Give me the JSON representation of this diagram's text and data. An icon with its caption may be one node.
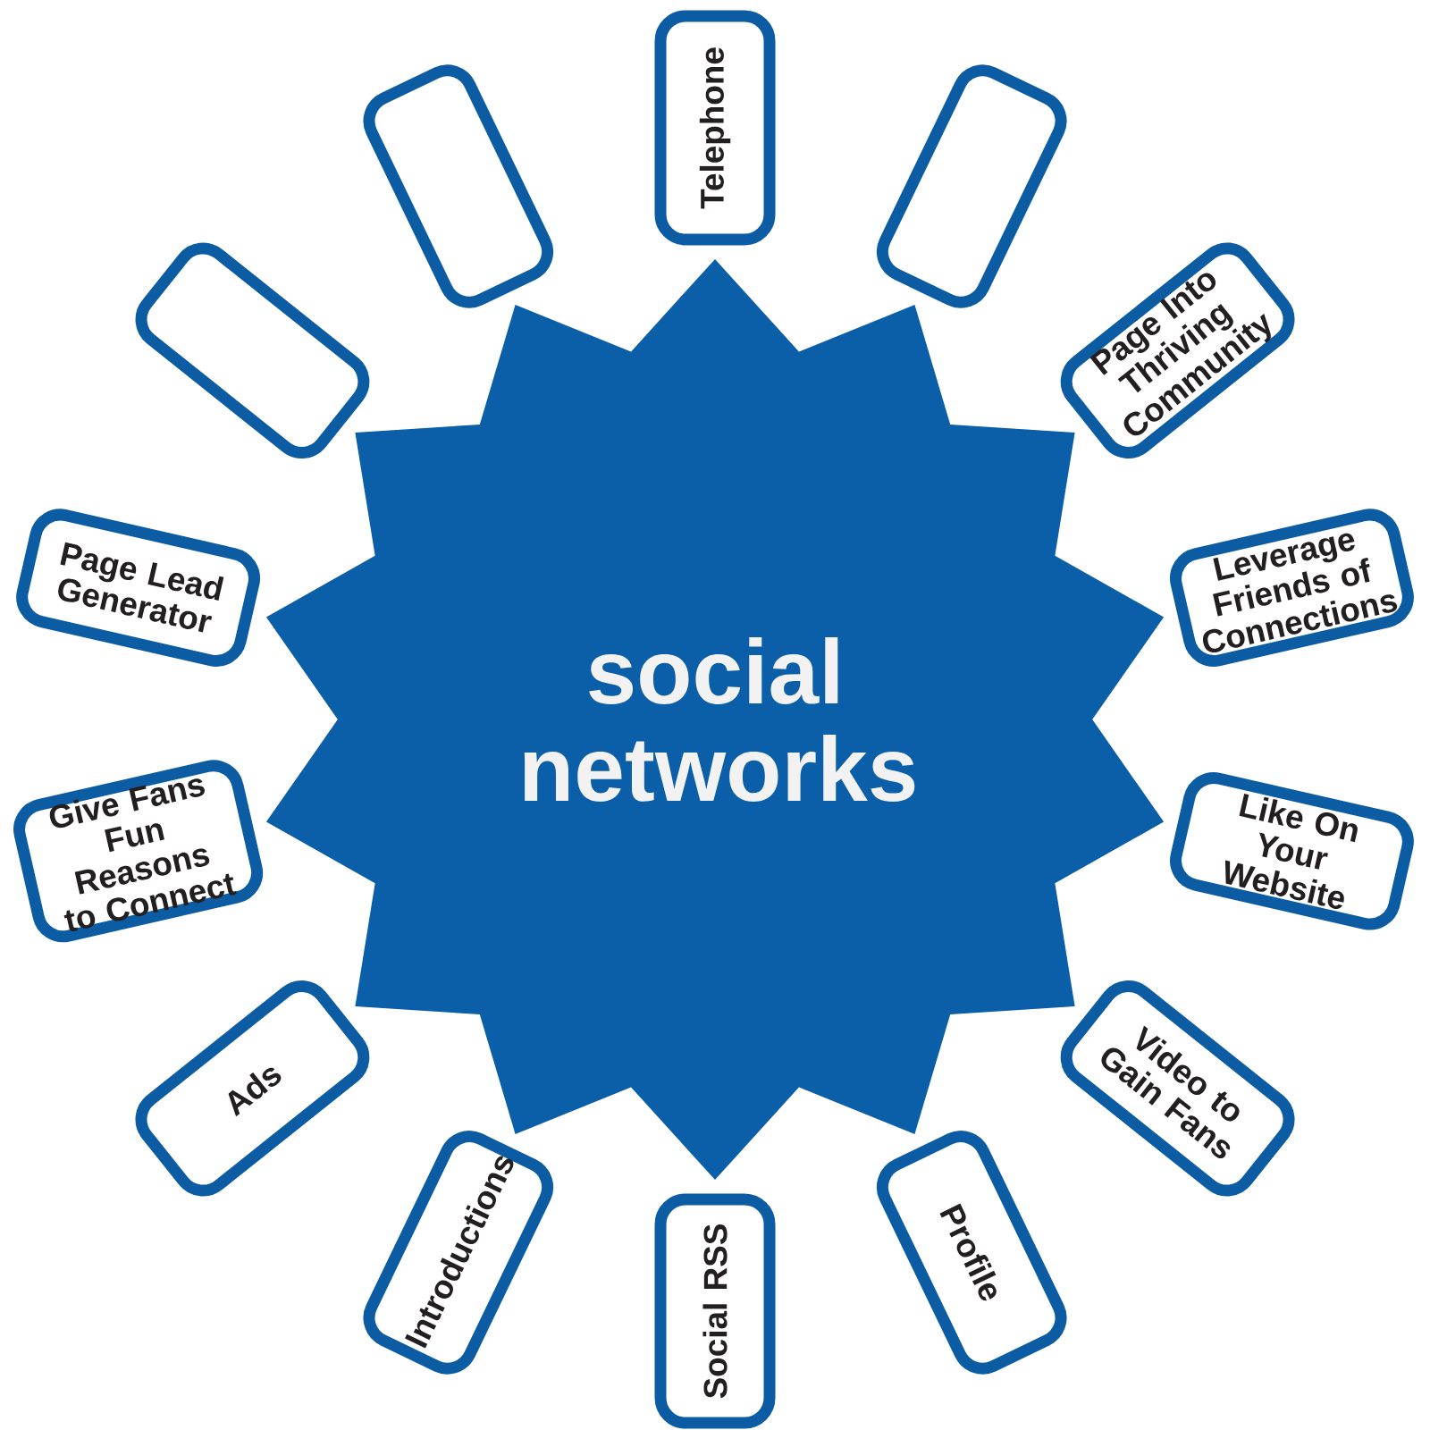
{
  "diagram": {
    "nodes": [
      {
        "text": [
          "social networks"
        ]
      },
      {
        "text": [
          "Telephone"
        ]
      },
      {
        "text": [],
        "shape": "box"
      },
      {
        "text": [
          "Page Into Thriving Community"
        ]
      },
      {
        "text": [
          "Leverage Friends of Connections"
        ]
      },
      {
        "text": [
          "Like On Your Website"
        ]
      },
      {
        "text": [
          "Video to Gain Fans"
        ]
      },
      {
        "text": [
          "Profile"
        ]
      },
      {
        "text": [
          "Social RSS"
        ]
      },
      {
        "text": [
          "Introductions"
        ]
      },
      {
        "text": [
          "Ads"
        ]
      },
      {
        "text": [
          "Give Fans Fun Reasons to Connect"
        ]
      },
      {
        "text": [
          "Page Lead Generator"
        ]
      },
      {
        "text": [],
        "shape": "box"
      },
      {
        "text": [],
        "shape": "box"
      }
    ]
  }
}
